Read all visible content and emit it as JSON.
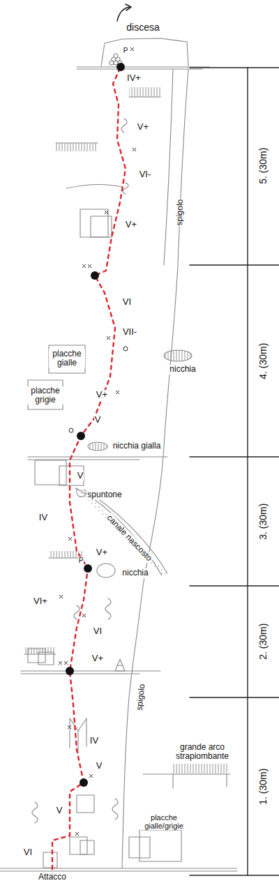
{
  "diagram": {
    "labels": [
      "discesa",
      "5. (30m)",
      "IV+",
      "V+",
      "VI-",
      "spigolo",
      "V+",
      "4. (30m)",
      "VI",
      "VII-",
      "placche gialle",
      "nicchia",
      "placche grigie",
      "V+",
      "V",
      "nicchia gialla",
      "3. (30m)",
      "V",
      "spuntone",
      "IV",
      "canale nascosto",
      "V+",
      "nicchia",
      "2. (30m)",
      "VI+",
      "VI",
      "spigolo",
      "V+",
      "1. (30m)",
      "IV",
      "V",
      "grande arco strapiombante",
      "V",
      "placche gialle/grigie",
      "VI",
      "Attacco",
      "P",
      "P"
    ]
  }
}
